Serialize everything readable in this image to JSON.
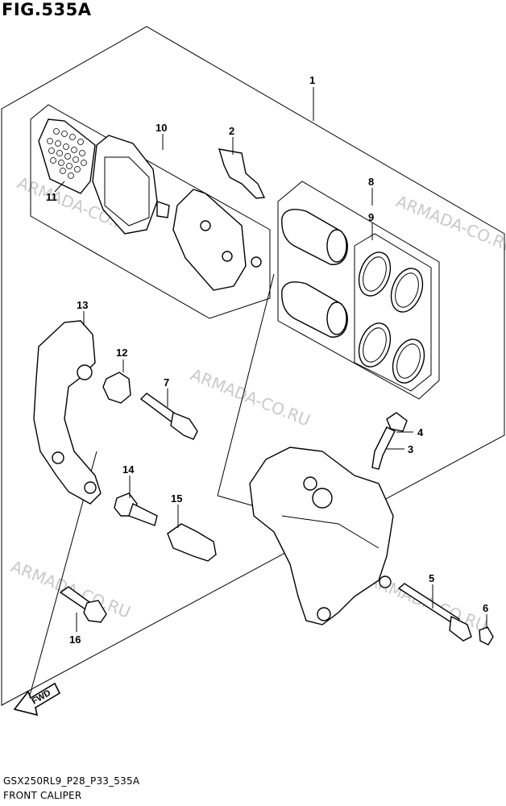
{
  "figure": {
    "title": "FIG.535A",
    "model_code": "GSX250RL9_P28_P33_535A",
    "section_name": "FRONT CALIPER"
  },
  "watermark": "ARMADA-CO.RU",
  "direction_arrow": "FWD",
  "callouts": [
    "1",
    "2",
    "3",
    "4",
    "5",
    "6",
    "7",
    "8",
    "9",
    "10",
    "11",
    "12",
    "13",
    "14",
    "15",
    "16"
  ]
}
